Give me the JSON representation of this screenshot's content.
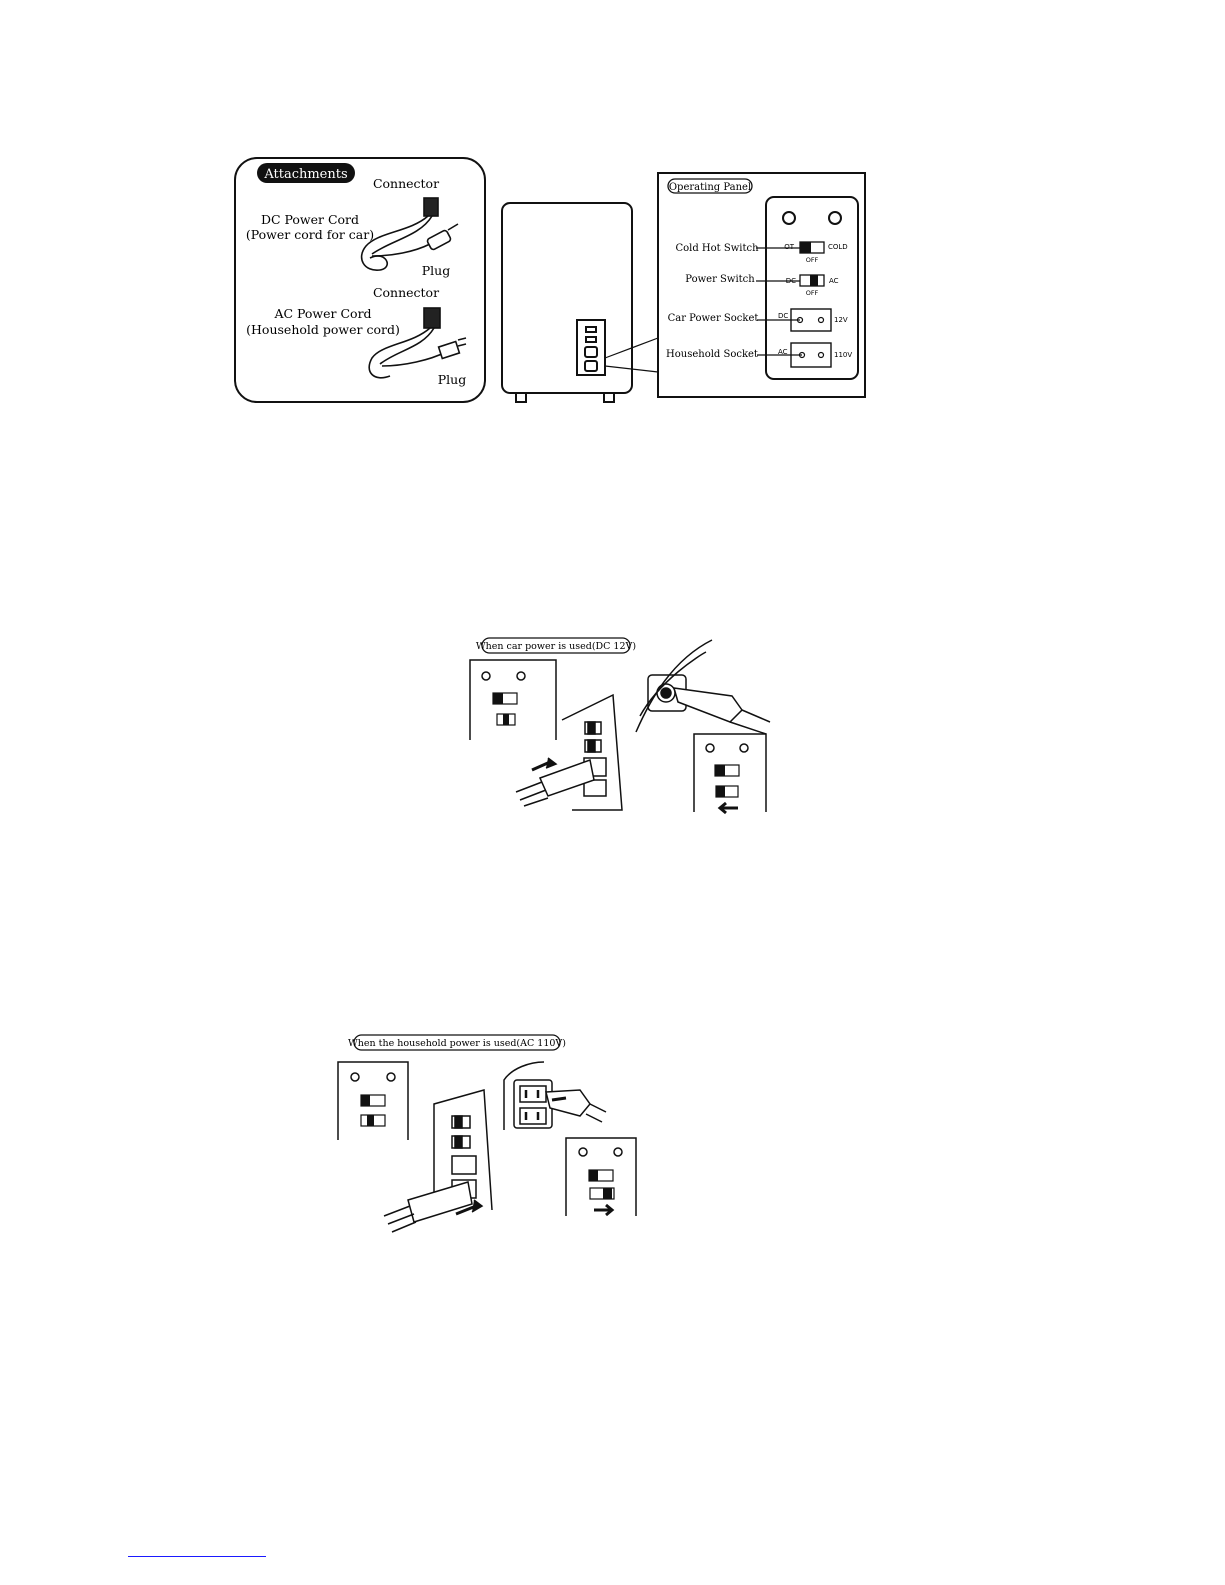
{
  "attachments": {
    "badge": "Attachments",
    "dc_connector": "Connector",
    "dc_cord_title": "DC Power Cord",
    "dc_cord_sub": "(Power cord for car)",
    "dc_plug": "Plug",
    "ac_connector": "Connector",
    "ac_cord_title": "AC Power Cord",
    "ac_cord_sub": "(Household power cord)",
    "ac_plug": "Plug"
  },
  "operating_panel": {
    "title": "Operating Panel",
    "cold_hot_switch": "Cold Hot Switch",
    "power_switch": "Power Switch",
    "car_power_socket": "Car Power Socket",
    "household_socket": "Household Socket",
    "sw1_left": "OT",
    "sw1_right": "COLD",
    "sw1_below": "OFF",
    "sw2_left": "DC",
    "sw2_right": "AC",
    "sw2_below": "OFF",
    "sock1_left": "DC",
    "sock1_right": "12V",
    "sock2_left": "AC",
    "sock2_right": "110V"
  },
  "car_power": {
    "caption": "When car power is used(DC 12V)"
  },
  "household_power": {
    "caption": "When the household power is used(AC 110V)"
  }
}
